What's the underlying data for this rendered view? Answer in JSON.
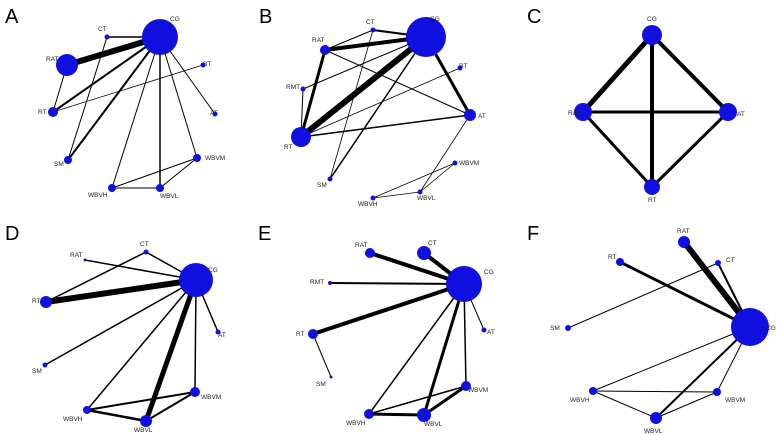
{
  "panels": [
    {
      "letter": "A",
      "nodes": [
        {
          "id": "CG",
          "label": "CG",
          "weight": 10
        },
        {
          "id": "CT",
          "label": "CT",
          "weight": 1
        },
        {
          "id": "RAT",
          "label": "RAT",
          "weight": 5
        },
        {
          "id": "BT",
          "label": "BT",
          "weight": 0.5
        },
        {
          "id": "RT",
          "label": "RT",
          "weight": 2
        },
        {
          "id": "AT",
          "label": "AT",
          "weight": 0.5
        },
        {
          "id": "SM",
          "label": "SM",
          "weight": 1.5
        },
        {
          "id": "WBVM",
          "label": "WBVM",
          "weight": 1.5
        },
        {
          "id": "WBVH",
          "label": "WBVH",
          "weight": 1.5
        },
        {
          "id": "WBVL",
          "label": "WBVL",
          "weight": 1.5
        }
      ],
      "edges": [
        {
          "source": "CG",
          "target": "RAT",
          "weight": 6
        },
        {
          "source": "CG",
          "target": "CT",
          "weight": 1.5
        },
        {
          "source": "CG",
          "target": "RT",
          "weight": 2
        },
        {
          "source": "CG",
          "target": "SM",
          "weight": 2
        },
        {
          "source": "CG",
          "target": "AT",
          "weight": 1
        },
        {
          "source": "CG",
          "target": "WBVM",
          "weight": 1
        },
        {
          "source": "CG",
          "target": "WBVH",
          "weight": 1
        },
        {
          "source": "CG",
          "target": "WBVL",
          "weight": 1.5
        },
        {
          "source": "RAT",
          "target": "RT",
          "weight": 1
        },
        {
          "source": "RT",
          "target": "BT",
          "weight": 0.8
        },
        {
          "source": "CT",
          "target": "SM",
          "weight": 1
        },
        {
          "source": "WBVH",
          "target": "WBVM",
          "weight": 1
        },
        {
          "source": "WBVH",
          "target": "WBVL",
          "weight": 1
        },
        {
          "source": "WBVL",
          "target": "WBVM",
          "weight": 1
        }
      ]
    },
    {
      "letter": "B",
      "nodes": [
        {
          "id": "CG",
          "label": "CG",
          "weight": 10
        },
        {
          "id": "CT",
          "label": "CT",
          "weight": 1
        },
        {
          "id": "RAT",
          "label": "RAT",
          "weight": 2
        },
        {
          "id": "BT",
          "label": "BT",
          "weight": 0.5
        },
        {
          "id": "RMT",
          "label": "RMT",
          "weight": 0.5
        },
        {
          "id": "AT",
          "label": "AT",
          "weight": 2
        },
        {
          "id": "RT",
          "label": "RT",
          "weight": 5
        },
        {
          "id": "WBVM",
          "label": "WBVM",
          "weight": 0.5
        },
        {
          "id": "SM",
          "label": "SM",
          "weight": 0.5
        },
        {
          "id": "WBVH",
          "label": "WBVH",
          "weight": 0.5
        },
        {
          "id": "WBVL",
          "label": "WBVL",
          "weight": 0.5
        }
      ],
      "edges": [
        {
          "source": "CG",
          "target": "RT",
          "weight": 6
        },
        {
          "source": "CG",
          "target": "RAT",
          "weight": 4
        },
        {
          "source": "CG",
          "target": "CT",
          "weight": 2
        },
        {
          "source": "CG",
          "target": "AT",
          "weight": 3
        },
        {
          "source": "CG",
          "target": "SM",
          "weight": 1.5
        },
        {
          "source": "CG",
          "target": "RMT",
          "weight": 1
        },
        {
          "source": "CT",
          "target": "RAT",
          "weight": 1
        },
        {
          "source": "RAT",
          "target": "RT",
          "weight": 3
        },
        {
          "source": "RAT",
          "target": "AT",
          "weight": 1
        },
        {
          "source": "RT",
          "target": "AT",
          "weight": 1.5
        },
        {
          "source": "RT",
          "target": "BT",
          "weight": 0.8
        },
        {
          "source": "RMT",
          "target": "RT",
          "weight": 1
        },
        {
          "source": "CT",
          "target": "SM",
          "weight": 0.8
        },
        {
          "source": "WBVL",
          "target": "AT",
          "weight": 0.8
        },
        {
          "source": "WBVM",
          "target": "WBVL",
          "weight": 0.8
        },
        {
          "source": "WBVH",
          "target": "WBVL",
          "weight": 0.8
        },
        {
          "source": "WBVH",
          "target": "WBVM",
          "weight": 0.8
        }
      ]
    },
    {
      "letter": "C",
      "nodes": [
        {
          "id": "CG",
          "label": "CG",
          "weight": 3
        },
        {
          "id": "RAT",
          "label": "RAT",
          "weight": 3
        },
        {
          "id": "AT",
          "label": "AT",
          "weight": 3
        },
        {
          "id": "RT",
          "label": "RT",
          "weight": 3
        }
      ],
      "edges": [
        {
          "source": "CG",
          "target": "RAT",
          "weight": 5
        },
        {
          "source": "CG",
          "target": "AT",
          "weight": 4
        },
        {
          "source": "CG",
          "target": "RT",
          "weight": 4
        },
        {
          "source": "RAT",
          "target": "AT",
          "weight": 3
        },
        {
          "source": "RAT",
          "target": "RT",
          "weight": 3
        },
        {
          "source": "AT",
          "target": "RT",
          "weight": 3
        }
      ]
    },
    {
      "letter": "D",
      "nodes": [
        {
          "id": "CG",
          "label": "CG",
          "weight": 10
        },
        {
          "id": "CT",
          "label": "CT",
          "weight": 0.5
        },
        {
          "id": "RAT",
          "label": "RAT",
          "weight": 0.5
        },
        {
          "id": "RT",
          "label": "RT",
          "weight": 1.5
        },
        {
          "id": "AT",
          "label": "AT",
          "weight": 0.5
        },
        {
          "id": "SM",
          "label": "SM",
          "weight": 0.5
        },
        {
          "id": "WBVM",
          "label": "WBVM",
          "weight": 1.5
        },
        {
          "id": "WBVH",
          "label": "WBVH",
          "weight": 1
        },
        {
          "id": "WBVL",
          "label": "WBVL",
          "weight": 2
        }
      ],
      "edges": [
        {
          "source": "CG",
          "target": "RT",
          "weight": 6
        },
        {
          "source": "CG",
          "target": "WBVL",
          "weight": 5
        },
        {
          "source": "CG",
          "target": "RAT",
          "weight": 1.5
        },
        {
          "source": "CG",
          "target": "CT",
          "weight": 1.5
        },
        {
          "source": "CG",
          "target": "SM",
          "weight": 1.5
        },
        {
          "source": "CG",
          "target": "WBVH",
          "weight": 1.5
        },
        {
          "source": "CG",
          "target": "WBVM",
          "weight": 1.5
        },
        {
          "source": "CG",
          "target": "AT",
          "weight": 1.5
        },
        {
          "source": "CT",
          "target": "RT",
          "weight": 1.5
        },
        {
          "source": "WBVH",
          "target": "WBVM",
          "weight": 2
        },
        {
          "source": "WBVH",
          "target": "WBVL",
          "weight": 2.5
        },
        {
          "source": "WBVL",
          "target": "WBVM",
          "weight": 2
        }
      ]
    },
    {
      "letter": "E",
      "nodes": [
        {
          "id": "CG",
          "label": "CG",
          "weight": 10
        },
        {
          "id": "RAT",
          "label": "RAT",
          "weight": 1.5
        },
        {
          "id": "CT",
          "label": "CT",
          "weight": 2
        },
        {
          "id": "RMT",
          "label": "RMT",
          "weight": 0.5
        },
        {
          "id": "RT",
          "label": "RT",
          "weight": 1.5
        },
        {
          "id": "AT",
          "label": "AT",
          "weight": 0.5
        },
        {
          "id": "SM",
          "label": "SM",
          "weight": 0.5
        },
        {
          "id": "WBVM",
          "label": "WBVM",
          "weight": 1.5
        },
        {
          "id": "WBVH",
          "label": "WBVH",
          "weight": 1.5
        },
        {
          "id": "WBVL",
          "label": "WBVL",
          "weight": 2
        }
      ],
      "edges": [
        {
          "source": "CG",
          "target": "RAT",
          "weight": 4
        },
        {
          "source": "CG",
          "target": "CT",
          "weight": 4
        },
        {
          "source": "CG",
          "target": "RT",
          "weight": 4
        },
        {
          "source": "CG",
          "target": "RMT",
          "weight": 2
        },
        {
          "source": "CG",
          "target": "WBVL",
          "weight": 3
        },
        {
          "source": "CG",
          "target": "WBVH",
          "weight": 1.5
        },
        {
          "source": "CG",
          "target": "WBVM",
          "weight": 1.5
        },
        {
          "source": "CG",
          "target": "AT",
          "weight": 1
        },
        {
          "source": "RT",
          "target": "SM",
          "weight": 1
        },
        {
          "source": "WBVH",
          "target": "WBVL",
          "weight": 3
        },
        {
          "source": "WBVL",
          "target": "WBVM",
          "weight": 3
        },
        {
          "source": "WBVH",
          "target": "WBVM",
          "weight": 1.5
        }
      ]
    },
    {
      "letter": "F",
      "nodes": [
        {
          "id": "CG",
          "label": "CG",
          "weight": 10
        },
        {
          "id": "RAT",
          "label": "RAT",
          "weight": 2
        },
        {
          "id": "RT",
          "label": "RT",
          "weight": 1
        },
        {
          "id": "CT",
          "label": "CT",
          "weight": 0.8
        },
        {
          "id": "SM",
          "label": "SM",
          "weight": 0.8
        },
        {
          "id": "WBVH",
          "label": "WBVH",
          "weight": 1
        },
        {
          "id": "WBVM",
          "label": "WBVM",
          "weight": 1
        },
        {
          "id": "WBVL",
          "label": "WBVL",
          "weight": 2
        }
      ],
      "edges": [
        {
          "source": "CG",
          "target": "RAT",
          "weight": 6
        },
        {
          "source": "CG",
          "target": "RT",
          "weight": 3
        },
        {
          "source": "CG",
          "target": "CT",
          "weight": 2
        },
        {
          "source": "CG",
          "target": "WBVL",
          "weight": 2
        },
        {
          "source": "CG",
          "target": "WBVH",
          "weight": 1
        },
        {
          "source": "CG",
          "target": "WBVM",
          "weight": 1
        },
        {
          "source": "CT",
          "target": "SM",
          "weight": 1
        },
        {
          "source": "WBVH",
          "target": "WBVM",
          "weight": 1
        },
        {
          "source": "WBVH",
          "target": "WBVL",
          "weight": 1
        },
        {
          "source": "WBVL",
          "target": "WBVM",
          "weight": 1
        }
      ]
    }
  ]
}
